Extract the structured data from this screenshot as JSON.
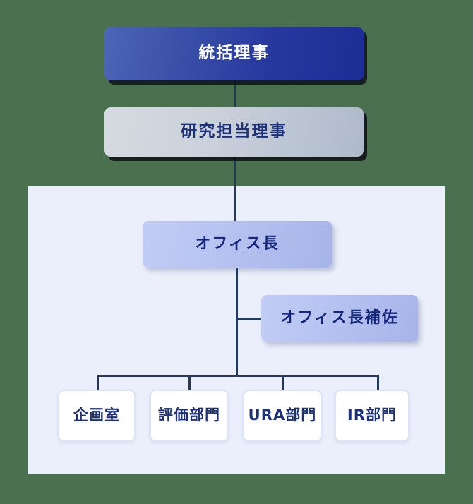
{
  "theme": {
    "page_background": "#4a7050",
    "panel_background": "#ebeffb",
    "connector_color": "#233a5c",
    "exec_top_gradient_from": "#4d66b7",
    "exec_top_gradient_to": "#1c2e96",
    "exec_top_text": "#ffffff",
    "research_gradient_from": "#d6dae0",
    "research_gradient_to": "#aeb9cb",
    "office_gradient_from": "#c2cdf5",
    "office_gradient_to": "#a7b4e9",
    "navy_text": "#1d3178",
    "dept_border": "#dde4f7",
    "dept_background": "#ffffff"
  },
  "org_chart": {
    "type": "organization-hierarchy",
    "executive": {
      "director_general": "統括理事",
      "research_director": "研究担当理事"
    },
    "office": {
      "chief": "オフィス長",
      "deputy": "オフィス長補佐"
    },
    "departments": [
      {
        "label": "企画室"
      },
      {
        "label": "評価部門"
      },
      {
        "label": "URA部門"
      },
      {
        "label": "IR部門"
      }
    ]
  }
}
